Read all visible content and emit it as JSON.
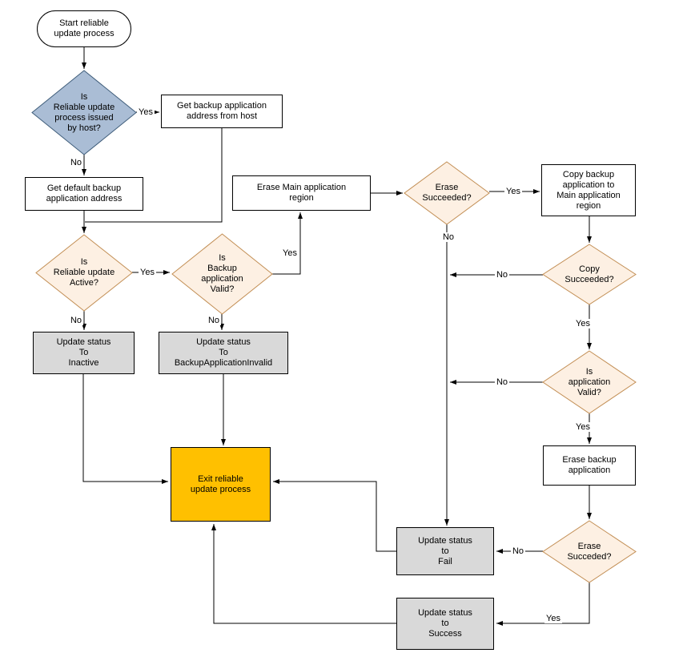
{
  "diagram": {
    "type": "flowchart",
    "nodes": {
      "start": "Start reliable\nupdate process",
      "decision_host": "Is\nReliable update\nprocess issued\nby host?",
      "get_backup_address": "Get backup application\naddress from host",
      "get_default_address": "Get default backup\napplication address",
      "decision_active": "Is\nReliable update\nActive?",
      "decision_backup_valid": "Is\nBackup\napplication\nValid?",
      "erase_main": "Erase Main application\nregion",
      "decision_erase_succeeded": "Erase\nSucceeded?",
      "copy_backup": "Copy backup\napplication to\nMain application\nregion",
      "decision_copy_succeeded": "Copy\nSucceeded?",
      "decision_app_valid": "Is\napplication\nValid?",
      "erase_backup": "Erase backup\napplication",
      "decision_erase_succeded": "Erase\nSucceded?",
      "status_inactive": "Update status\nTo\nInactive",
      "status_backup_invalid": "Update status\nTo\nBackupApplicationInvalid",
      "exit": "Exit reliable\nupdate process",
      "status_fail": "Update status\nto\nFail",
      "status_success": "Update status\nto\nSuccess"
    },
    "edge_labels": {
      "host_yes": "Yes",
      "host_no": "No",
      "active_yes": "Yes",
      "active_no": "No",
      "backup_valid_no": "No",
      "backup_valid_yes": "Yes",
      "erase_succeeded_yes": "Yes",
      "erase_succeeded_no": "No",
      "copy_succeeded_no": "No",
      "copy_succeeded_yes": "Yes",
      "app_valid_no": "No",
      "app_valid_yes": "Yes",
      "erase_succeded_no": "No",
      "erase_succeded_yes": "Yes"
    },
    "colors": {
      "decision_host_fill": "#aabdd5",
      "decision_host_border": "#3f5d7a",
      "decision_fill": "#fdf0e3",
      "decision_border": "#c28e54",
      "process_fill": "#ffffff",
      "process_border": "#000000",
      "status_fill": "#d9d9d9",
      "exit_fill": "#ffc000",
      "line": "#000000",
      "text": "#000000"
    }
  }
}
